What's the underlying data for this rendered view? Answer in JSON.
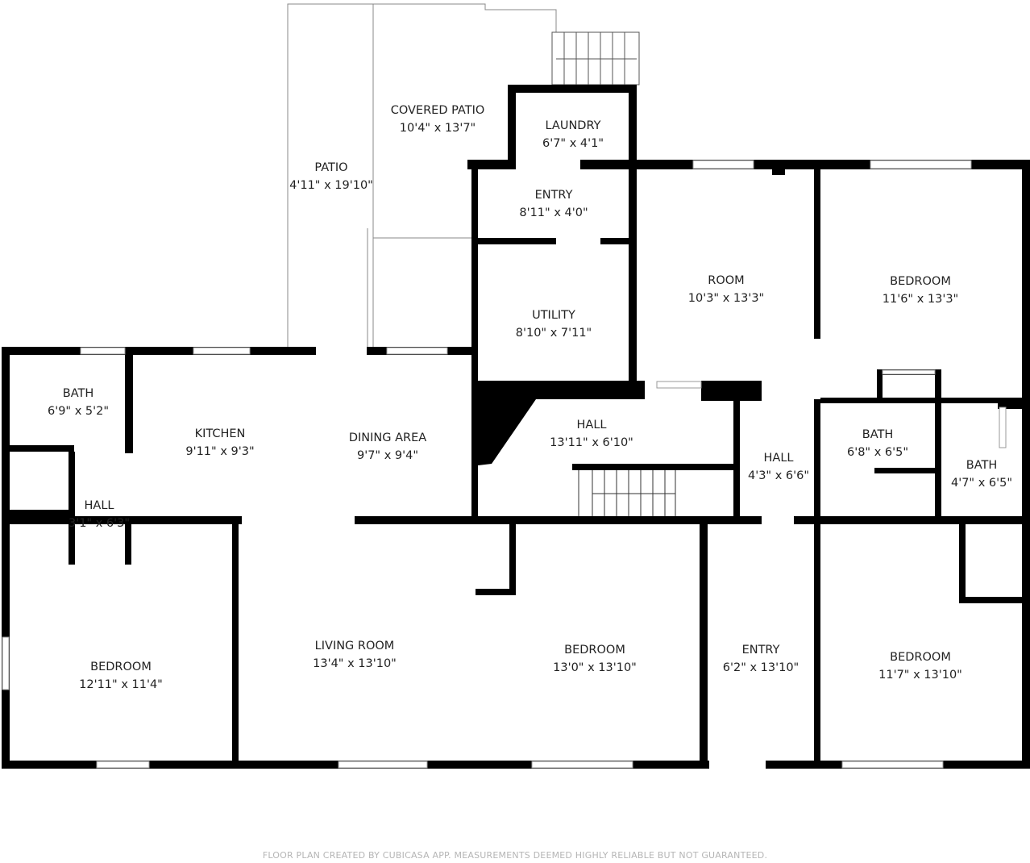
{
  "rooms": [
    {
      "id": "covered-patio",
      "name": "COVERED PATIO",
      "size": "10'4\" x 13'7\""
    },
    {
      "id": "laundry",
      "name": "LAUNDRY",
      "size": "6'7\" x 4'1\""
    },
    {
      "id": "patio",
      "name": "PATIO",
      "size": "4'11\" x 19'10\""
    },
    {
      "id": "entry-top",
      "name": "ENTRY",
      "size": "8'11\" x 4'0\""
    },
    {
      "id": "room",
      "name": "ROOM",
      "size": "10'3\" x 13'3\""
    },
    {
      "id": "bedroom-ne",
      "name": "BEDROOM",
      "size": "11'6\" x 13'3\""
    },
    {
      "id": "utility",
      "name": "UTILITY",
      "size": "8'10\" x 7'11\""
    },
    {
      "id": "bath-w",
      "name": "BATH",
      "size": "6'9\" x 5'2\""
    },
    {
      "id": "kitchen",
      "name": "KITCHEN",
      "size": "9'11\" x 9'3\""
    },
    {
      "id": "dining-area",
      "name": "DINING AREA",
      "size": "9'7\" x 9'4\""
    },
    {
      "id": "hall-center",
      "name": "HALL",
      "size": "13'11\" x 6'10\""
    },
    {
      "id": "hall-small",
      "name": "HALL",
      "size": "4'3\" x 6'6\""
    },
    {
      "id": "bath-center",
      "name": "BATH",
      "size": "6'8\" x 6'5\""
    },
    {
      "id": "bath-e",
      "name": "BATH",
      "size": "4'7\" x 6'5\""
    },
    {
      "id": "hall-w",
      "name": "HALL",
      "size": "3'1\" x 6'3\""
    },
    {
      "id": "bedroom-sw",
      "name": "BEDROOM",
      "size": "12'11\" x 11'4\""
    },
    {
      "id": "living-room",
      "name": "LIVING ROOM",
      "size": "13'4\" x 13'10\""
    },
    {
      "id": "bedroom-s",
      "name": "BEDROOM",
      "size": "13'0\" x 13'10\""
    },
    {
      "id": "entry-s",
      "name": "ENTRY",
      "size": "6'2\" x 13'10\""
    },
    {
      "id": "bedroom-se",
      "name": "BEDROOM",
      "size": "11'7\" x 13'10\""
    }
  ],
  "footer": "FLOOR PLAN CREATED BY CUBICASA APP. MEASUREMENTS DEEMED HIGHLY RELIABLE BUT NOT GUARANTEED.",
  "colors": {
    "wall": "#000000",
    "text": "#222222",
    "footer": "#b5b5b5"
  }
}
